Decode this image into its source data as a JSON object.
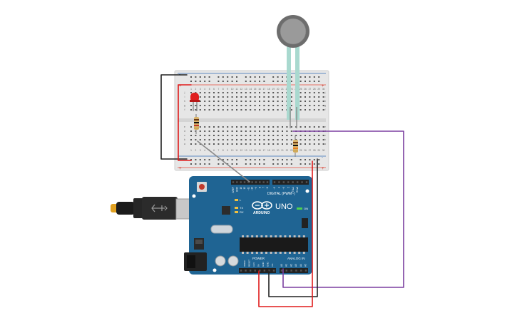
{
  "canvas": {
    "background": "#ffffff"
  },
  "colors": {
    "breadboard": "#e6e6e6",
    "breadboard_edge": "#c9c9c9",
    "rail_red": "#e74c3c",
    "rail_blue": "#2f6db5",
    "arduino_blue": "#1f6493",
    "arduino_dark": "#164c72",
    "header_black": "#222222",
    "wire_black": "#222222",
    "wire_red": "#e01b1b",
    "wire_purple": "#7b3fa0",
    "wire_gray": "#8a8a8a",
    "led_red": "#e02020",
    "fsr_body": "#6d6d6d",
    "fsr_leads": "#a9d9cf"
  },
  "arduino": {
    "brand": "ARDUINO",
    "model": "UNO",
    "digital_label": "DIGITAL (PWM~)",
    "power_label": "POWER",
    "analog_label": "ANALOG IN",
    "on_label": "ON",
    "tx_label": "TX",
    "rx_label": "RX",
    "l_label": "L",
    "digital_pins": [
      "AREF",
      "GND",
      "13",
      "12",
      "~11",
      "~10",
      "~9",
      "8",
      "7",
      "~6",
      "~5",
      "4",
      "~3",
      "2",
      "TX▸1",
      "RX◂0"
    ],
    "power_pins": [
      "IOREF",
      "RESET",
      "3.3V",
      "5V",
      "GND",
      "GND",
      "Vin"
    ],
    "analog_pins": [
      "A0",
      "A1",
      "A2",
      "A3",
      "A4",
      "A5"
    ]
  },
  "breadboard": {
    "column_numbers": [
      "1",
      "2",
      "3",
      "4",
      "5",
      "6",
      "7",
      "8",
      "9",
      "10",
      "11",
      "12",
      "13",
      "14",
      "15",
      "16",
      "17",
      "18",
      "19",
      "20",
      "21",
      "22",
      "23",
      "24",
      "25",
      "26",
      "27",
      "28",
      "29",
      "30"
    ],
    "row_letters_top": [
      "j",
      "i",
      "h",
      "g",
      "f"
    ],
    "row_letters_bottom": [
      "e",
      "d",
      "c",
      "b",
      "a"
    ],
    "rail_plus": "+",
    "rail_minus": "-"
  },
  "components": {
    "led": "led",
    "resistor_led": "resistor",
    "resistor_fsr": "resistor",
    "fsr": "force-sensitive-resistor",
    "usb": "usb-cable"
  }
}
